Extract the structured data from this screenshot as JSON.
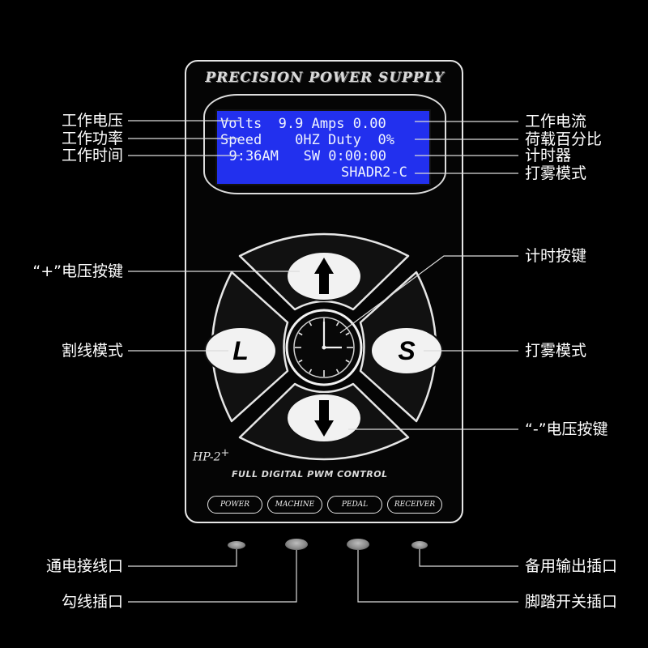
{
  "device": {
    "brand_title": "PRECISION POWER SUPPLY",
    "model": "HP-2",
    "model_suffix": "+",
    "pwm_text": "FULL DIGITAL PWM CONTROL",
    "lcd": {
      "line1": "Volts  9.9 Amps 0.00",
      "line2": "Speed    0HZ Duty  0%",
      "line3": "  9:36AM   SW 0:00:00",
      "line4": "SHADR2-C"
    },
    "buttons": {
      "left_mode": "L",
      "right_mode": "S"
    },
    "ports": [
      "POWER",
      "MACHINE",
      "PEDAL",
      "RECEIVER"
    ]
  },
  "callouts": {
    "left": {
      "voltage": "工作电压",
      "power": "工作功率",
      "time": "工作时间",
      "plus_button": "“+”电压按键",
      "liner_mode": "割线模式",
      "power_jack": "通电接线口",
      "machine_jack": "勾线插口"
    },
    "right": {
      "current": "工作电流",
      "duty": "荷载百分比",
      "timer": "计时器",
      "shader_mode": "打雾模式",
      "timer_button": "计时按键",
      "shader_button": "打雾模式",
      "minus_button": "“-”电压按键",
      "receiver_jack": "备用输出插口",
      "pedal_jack": "脚踏开关插口"
    }
  },
  "colors": {
    "background": "#000000",
    "lcd_blue": "#2230ee",
    "lcd_text": "#f0f4ff",
    "outline": "#e6e6e6"
  }
}
